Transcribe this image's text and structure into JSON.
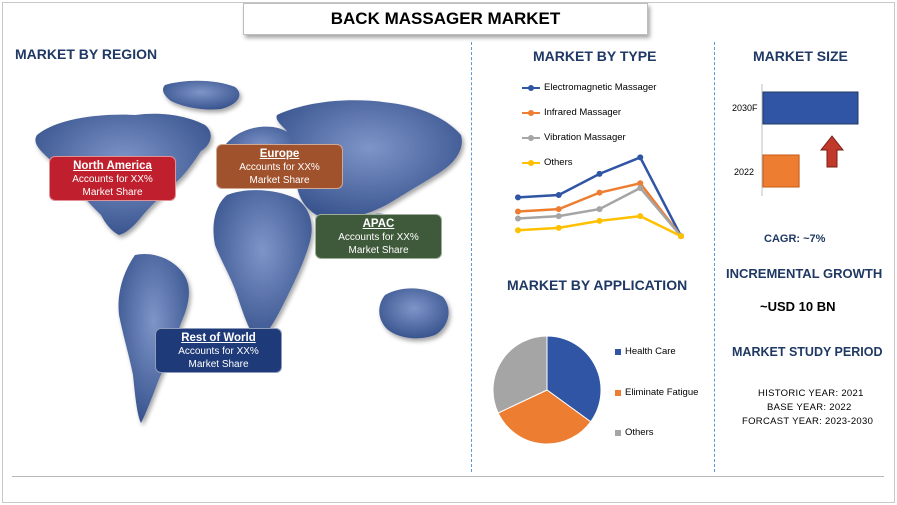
{
  "title": "BACK MASSAGER MARKET",
  "region": {
    "heading": "MARKET BY REGION",
    "boxes": [
      {
        "name": "North America",
        "line1": "Accounts for XX%",
        "line2": "Market Share",
        "color": "#c0202e"
      },
      {
        "name": "Europe",
        "line1": "Accounts for XX%",
        "line2": "Market Share",
        "color": "#a0522d"
      },
      {
        "name": "APAC",
        "line1": "Accounts for XX%",
        "line2": "Market Share",
        "color": "#3f5a3a"
      },
      {
        "name": "Rest of World",
        "line1": "Accounts for XX%",
        "line2": "Market Share",
        "color": "#1f3a78"
      }
    ]
  },
  "type": {
    "heading": "MARKET BY TYPE",
    "legend": [
      "Electromagnetic Massager",
      "Infrared Massager",
      "Vibration Massager",
      "Others"
    ]
  },
  "application": {
    "heading": "MARKET BY APPLICATION",
    "legend": [
      "Health Care",
      "Eliminate Fatigue",
      "Others"
    ]
  },
  "size": {
    "heading": "MARKET SIZE",
    "bars": [
      {
        "label": "2030F",
        "value": 100,
        "color": "#2f55a4"
      },
      {
        "label": "2022",
        "value": 38,
        "color": "#ed7d31"
      }
    ],
    "cagr": "CAGR:  ~7%"
  },
  "growth": {
    "heading": "INCREMENTAL GROWTH",
    "value": "~USD 10 BN"
  },
  "study": {
    "heading": "MARKET STUDY PERIOD",
    "historic": "HISTORIC YEAR: 2021",
    "base": "BASE YEAR: 2022",
    "forecast": "FORCAST YEAR: 2023-2030"
  },
  "chart_data": [
    {
      "type": "line",
      "x": [
        1,
        2,
        3,
        4,
        5
      ],
      "series": [
        {
          "name": "Electromagnetic Massager",
          "values": [
            38,
            40,
            58,
            72,
            5
          ],
          "color": "#2f55a4"
        },
        {
          "name": "Infrared Massager",
          "values": [
            26,
            28,
            42,
            50,
            5
          ],
          "color": "#ed7d31"
        },
        {
          "name": "Vibration Massager",
          "values": [
            20,
            22,
            28,
            46,
            5
          ],
          "color": "#a5a5a5"
        },
        {
          "name": "Others",
          "values": [
            10,
            12,
            18,
            22,
            5
          ],
          "color": "#ffc000"
        }
      ],
      "grid": false
    },
    {
      "type": "pie",
      "categories": [
        "Health Care",
        "Eliminate Fatigue",
        "Others"
      ],
      "values": [
        35,
        33,
        32
      ],
      "colors": [
        "#2f55a4",
        "#ed7d31",
        "#a5a5a5"
      ]
    }
  ]
}
